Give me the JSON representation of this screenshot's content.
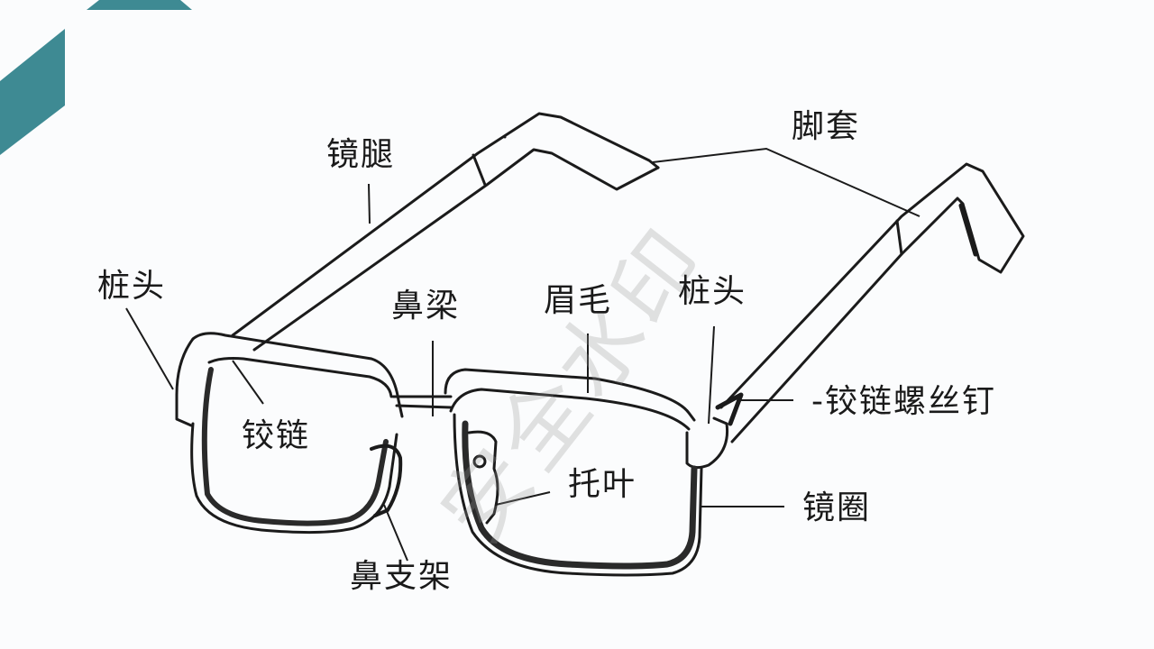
{
  "diagram": {
    "subject": "eyeglasses parts",
    "labels": {
      "temple": "镜腿",
      "temple_tip": "脚套",
      "endpiece_left": "桩头",
      "endpiece_right": "桩头",
      "bridge": "鼻梁",
      "brow_bar": "眉毛",
      "hinge": "铰链",
      "hinge_screw": "-铰链螺丝钉",
      "nose_pad": "托叶",
      "rim": "镜圈",
      "nose_pad_arm": "鼻支架"
    },
    "watermark": "安全水印"
  },
  "decoration": {
    "accent_color": "#3e8a93"
  }
}
